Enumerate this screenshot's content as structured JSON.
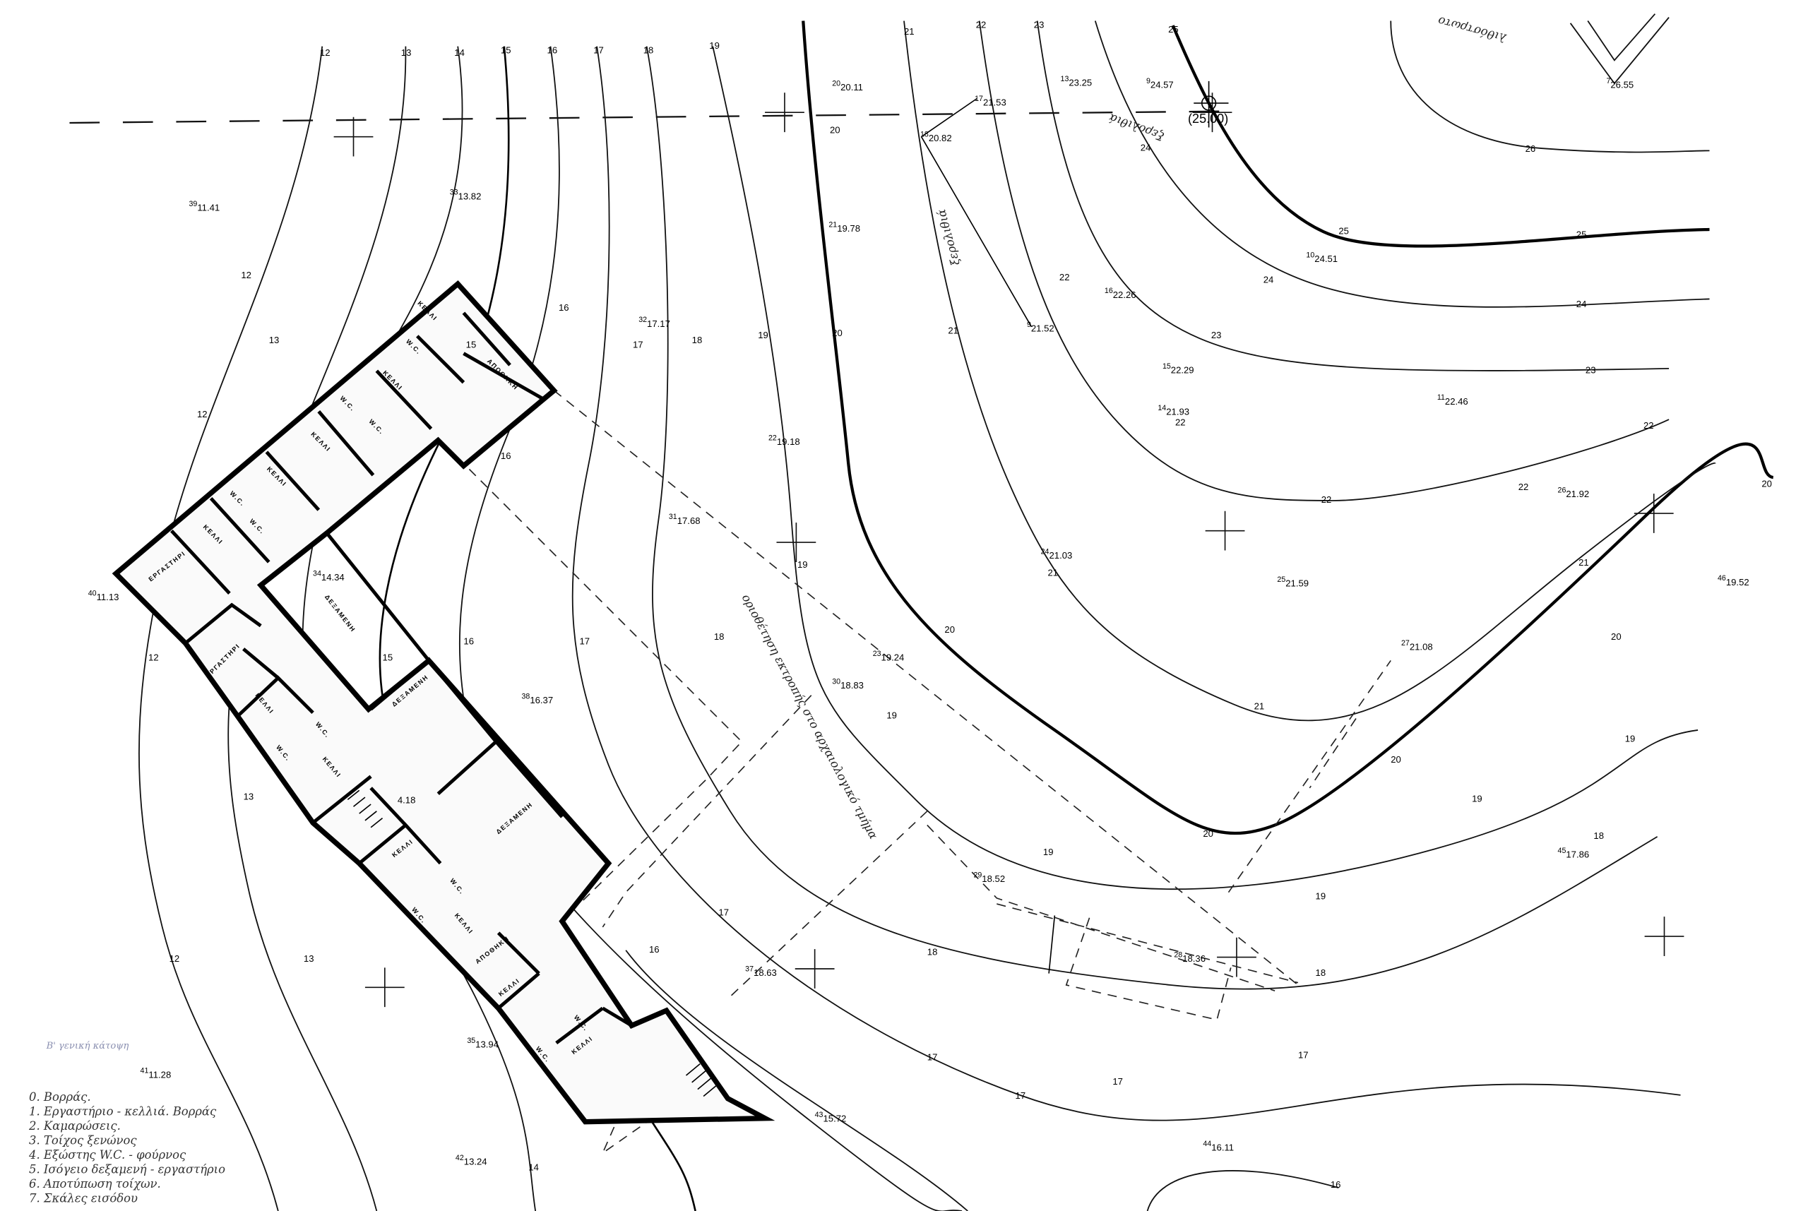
{
  "drawing": {
    "reference_elevation": "(25.00)",
    "sheet_note": "Β' γενική κάτοψη"
  },
  "contour_labels": [
    "12",
    "13",
    "14",
    "15",
    "16",
    "17",
    "18",
    "19",
    "20",
    "21",
    "22",
    "23",
    "24",
    "25",
    "26"
  ],
  "spot_elevations": [
    {
      "id": "39",
      "value": "11.41"
    },
    {
      "id": "33",
      "value": "13.82"
    },
    {
      "id": "20",
      "value": "20.11"
    },
    {
      "id": "17",
      "value": "21.53"
    },
    {
      "id": "18",
      "value": "20.82"
    },
    {
      "id": "13",
      "value": "23.25"
    },
    {
      "id": "9",
      "value": "24.57"
    },
    {
      "id": "7",
      "value": "26.55"
    },
    {
      "id": "10",
      "value": "24.51"
    },
    {
      "id": "21",
      "value": "19.78"
    },
    {
      "id": "16",
      "value": "22.26"
    },
    {
      "id": "9",
      "value": "21.52"
    },
    {
      "id": "32",
      "value": "17.17"
    },
    {
      "id": "15",
      "value": "22.29"
    },
    {
      "id": "14",
      "value": "21.93"
    },
    {
      "id": "11",
      "value": "22.46"
    },
    {
      "id": "22",
      "value": "19.18"
    },
    {
      "id": "26",
      "value": "21.92"
    },
    {
      "id": "31",
      "value": "17.68"
    },
    {
      "id": "24",
      "value": "21.03"
    },
    {
      "id": "25",
      "value": "21.59"
    },
    {
      "id": "34",
      "value": "14.34"
    },
    {
      "id": "40",
      "value": "11.13"
    },
    {
      "id": "46",
      "value": "19.52"
    },
    {
      "id": "27",
      "value": "21.08"
    },
    {
      "id": "23",
      "value": "19.24"
    },
    {
      "id": "30",
      "value": "18.83"
    },
    {
      "id": "38",
      "value": "16.37"
    },
    {
      "id": "",
      "value": "4.18"
    },
    {
      "id": "29",
      "value": "18.52"
    },
    {
      "id": "45",
      "value": "17.86"
    },
    {
      "id": "28",
      "value": "18.36"
    },
    {
      "id": "37",
      "value": "18.63"
    },
    {
      "id": "35",
      "value": "13.94"
    },
    {
      "id": "41",
      "value": "11.28"
    },
    {
      "id": "43",
      "value": "15.72"
    },
    {
      "id": "44",
      "value": "16.11"
    },
    {
      "id": "42",
      "value": "13.24"
    }
  ],
  "rooms": {
    "cell": "ΚΕΛΛΙ",
    "wc": "W.C.",
    "storage": "ΑΠΟΘΗΚΗ",
    "workshop": "ΕΡΓΑΣΤΗΡΙ",
    "cistern": "ΔΕΞΑΜΕΝΗ"
  },
  "annotations": {
    "dry_wall_1": "ξερολιθιά",
    "dry_wall_2": "ξερολιθιά",
    "paved_path": "λιθόστρωτο",
    "boundary_note": "οριοθέτηση εκτροπής στο αρχαιολογικό τμήμα"
  },
  "legend": [
    "0. Βορράς.",
    "1. Εργαστήριο - κελλιά. Βορράς",
    "2. Καμαρώσεις.",
    "3. Τοίχος ξενώνος",
    "4. Εξώστης W.C. - φούρνος",
    "5. Ισόγειο δεξαμενή - εργαστήριο",
    "6. Αποτύπωση τοίχων.",
    "7. Σκάλες εισόδου"
  ]
}
